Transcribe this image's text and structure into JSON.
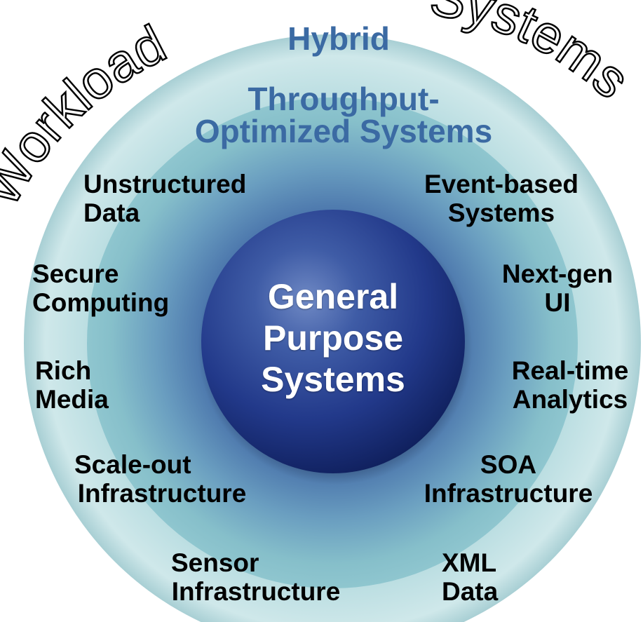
{
  "arc_title": {
    "left": "Workload",
    "right": "Systems"
  },
  "rings": {
    "outer": "Hybrid",
    "middle": [
      "Throughput-",
      "Optimized Systems"
    ],
    "core": [
      "General",
      "Purpose",
      "Systems"
    ]
  },
  "categories": {
    "unstructured_data": [
      "Unstructured",
      "Data"
    ],
    "event_based_systems": [
      "Event-based",
      "Systems"
    ],
    "secure_computing": [
      "Secure",
      "Computing"
    ],
    "next_gen_ui": [
      "Next-gen",
      "UI"
    ],
    "rich_media": [
      "Rich",
      "Media"
    ],
    "realtime_analytics": [
      "Real-time",
      "Analytics"
    ],
    "scale_out_infrastructure": [
      "Scale-out",
      "Infrastructure"
    ],
    "soa_infrastructure": [
      "SOA",
      "Infrastructure"
    ],
    "sensor_infrastructure": [
      "Sensor",
      "Infrastructure"
    ],
    "xml_data": [
      "XML",
      "Data"
    ]
  },
  "colors": {
    "outer_ring": "#bfe0e3",
    "middle_ring": "#87c1cc",
    "inner_glow": "#3d5f9e",
    "core_sphere": "#233e86",
    "ring_title_text": "#3b6aa3",
    "core_text": "#ffffff",
    "category_text": "#000000"
  }
}
